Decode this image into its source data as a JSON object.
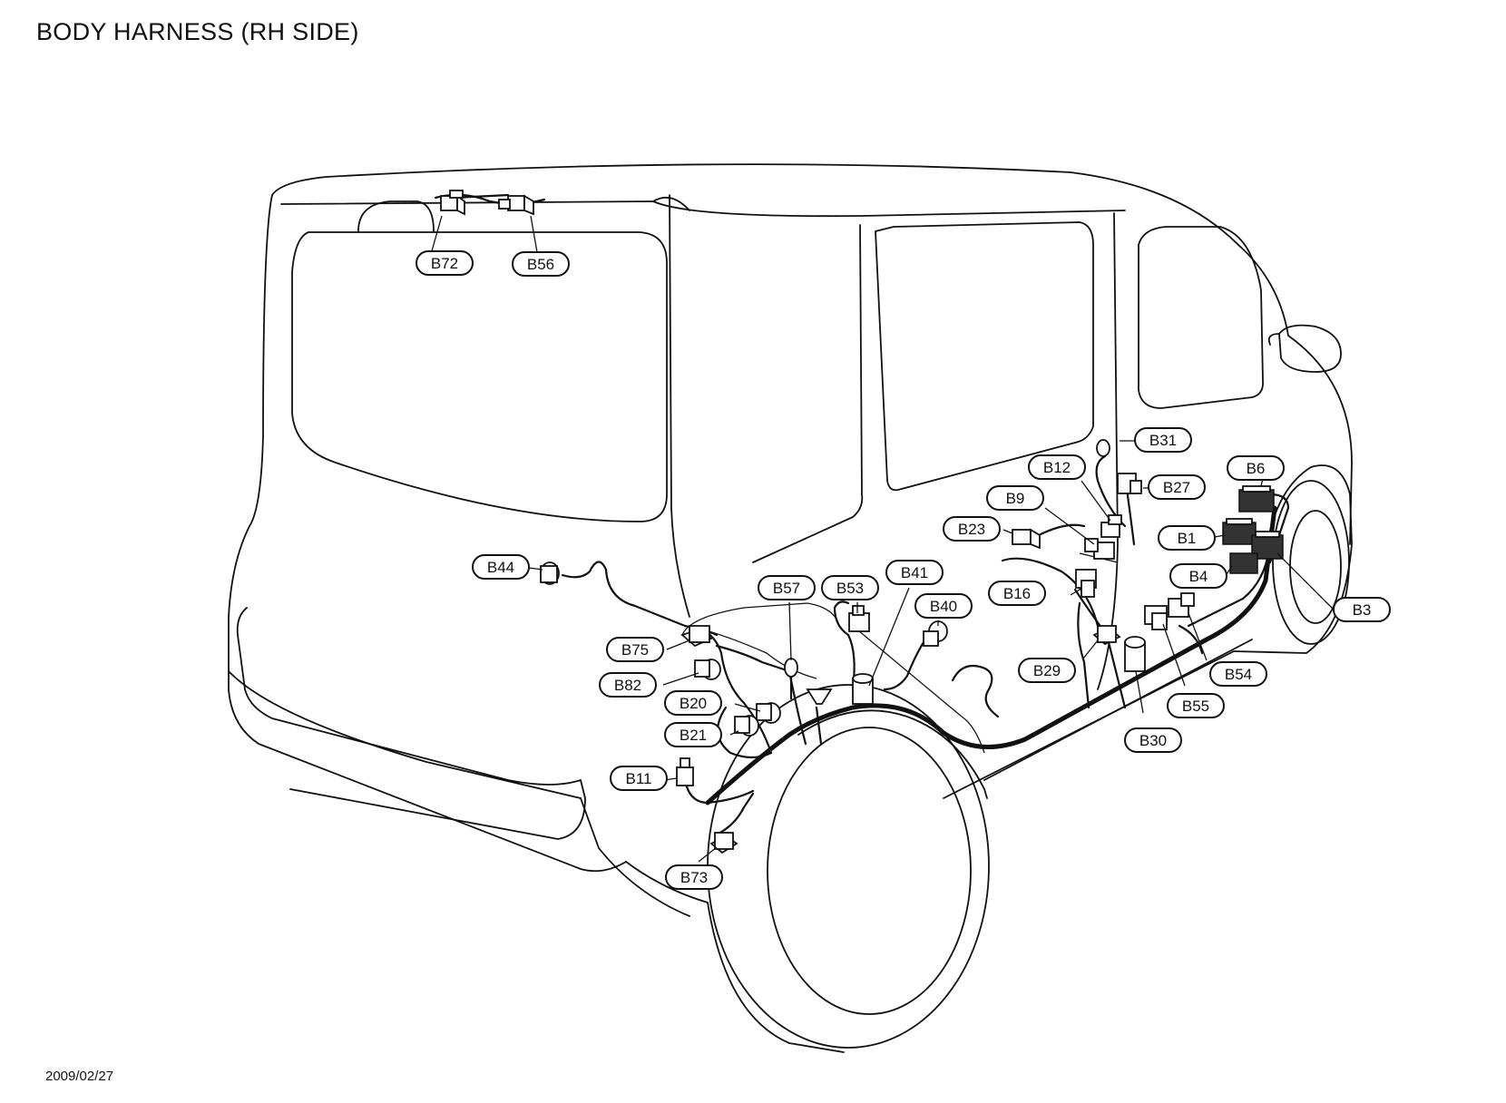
{
  "title": "BODY HARNESS (RH SIDE)",
  "date": "2009/02/27",
  "connectors": [
    {
      "id": "b72",
      "label": "B72"
    },
    {
      "id": "b56",
      "label": "B56"
    },
    {
      "id": "b31",
      "label": "B31"
    },
    {
      "id": "b12",
      "label": "B12"
    },
    {
      "id": "b27",
      "label": "B27"
    },
    {
      "id": "b6",
      "label": "B6"
    },
    {
      "id": "b9",
      "label": "B9"
    },
    {
      "id": "b23",
      "label": "B23"
    },
    {
      "id": "b1",
      "label": "B1"
    },
    {
      "id": "b4",
      "label": "B4"
    },
    {
      "id": "b3",
      "label": "B3"
    },
    {
      "id": "b16",
      "label": "B16"
    },
    {
      "id": "b44",
      "label": "B44"
    },
    {
      "id": "b57",
      "label": "B57"
    },
    {
      "id": "b53",
      "label": "B53"
    },
    {
      "id": "b41",
      "label": "B41"
    },
    {
      "id": "b40",
      "label": "B40"
    },
    {
      "id": "b75",
      "label": "B75"
    },
    {
      "id": "b82",
      "label": "B82"
    },
    {
      "id": "b20",
      "label": "B20"
    },
    {
      "id": "b21",
      "label": "B21"
    },
    {
      "id": "b29",
      "label": "B29"
    },
    {
      "id": "b54",
      "label": "B54"
    },
    {
      "id": "b55",
      "label": "B55"
    },
    {
      "id": "b30",
      "label": "B30"
    },
    {
      "id": "b11",
      "label": "B11"
    },
    {
      "id": "b73",
      "label": "B73"
    }
  ]
}
